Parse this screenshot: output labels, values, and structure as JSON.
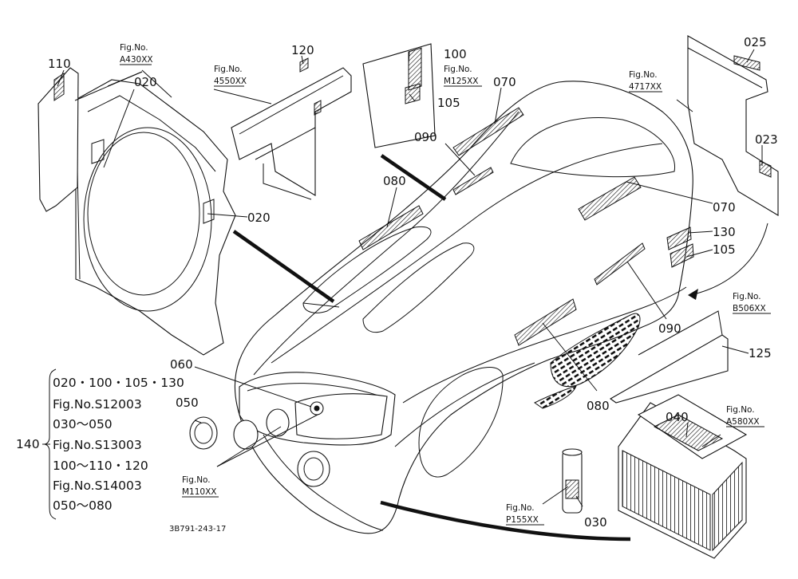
{
  "callouts": [
    {
      "id": "c110",
      "text": "110"
    },
    {
      "id": "c020a",
      "text": "020"
    },
    {
      "id": "c020b",
      "text": "020"
    },
    {
      "id": "c120",
      "text": "120"
    },
    {
      "id": "c100",
      "text": "100"
    },
    {
      "id": "c105a",
      "text": "105"
    },
    {
      "id": "c070a",
      "text": "070"
    },
    {
      "id": "c090a",
      "text": "090"
    },
    {
      "id": "c080a",
      "text": "080"
    },
    {
      "id": "c025",
      "text": "025"
    },
    {
      "id": "c023",
      "text": "023"
    },
    {
      "id": "c070b",
      "text": "070"
    },
    {
      "id": "c130",
      "text": "130"
    },
    {
      "id": "c105b",
      "text": "105"
    },
    {
      "id": "c090b",
      "text": "090"
    },
    {
      "id": "c125",
      "text": "125"
    },
    {
      "id": "c080b",
      "text": "080"
    },
    {
      "id": "c060",
      "text": "060"
    },
    {
      "id": "c050",
      "text": "050"
    },
    {
      "id": "c040",
      "text": "040"
    },
    {
      "id": "c030",
      "text": "030"
    }
  ],
  "fig_refs": [
    {
      "label": "Fig.No.",
      "code": "A430XX"
    },
    {
      "label": "Fig.No.",
      "code": "4550XX"
    },
    {
      "label": "Fig.No.",
      "code": "M125XX"
    },
    {
      "label": "Fig.No.",
      "code": "4717XX"
    },
    {
      "label": "Fig.No.",
      "code": "B506XX"
    },
    {
      "label": "Fig.No.",
      "code": "A580XX"
    },
    {
      "label": "Fig.No.",
      "code": "M110XX"
    },
    {
      "label": "Fig.No.",
      "code": "P155XX"
    }
  ],
  "legend": {
    "ref": "140",
    "lines": [
      "020・100・105・130",
      "Fig.No.S12003",
      "030～050",
      "Fig.No.S13003",
      "100～110・120",
      "Fig.No.S14003",
      "050～080"
    ]
  },
  "drawing_code": "3B791-243-17"
}
